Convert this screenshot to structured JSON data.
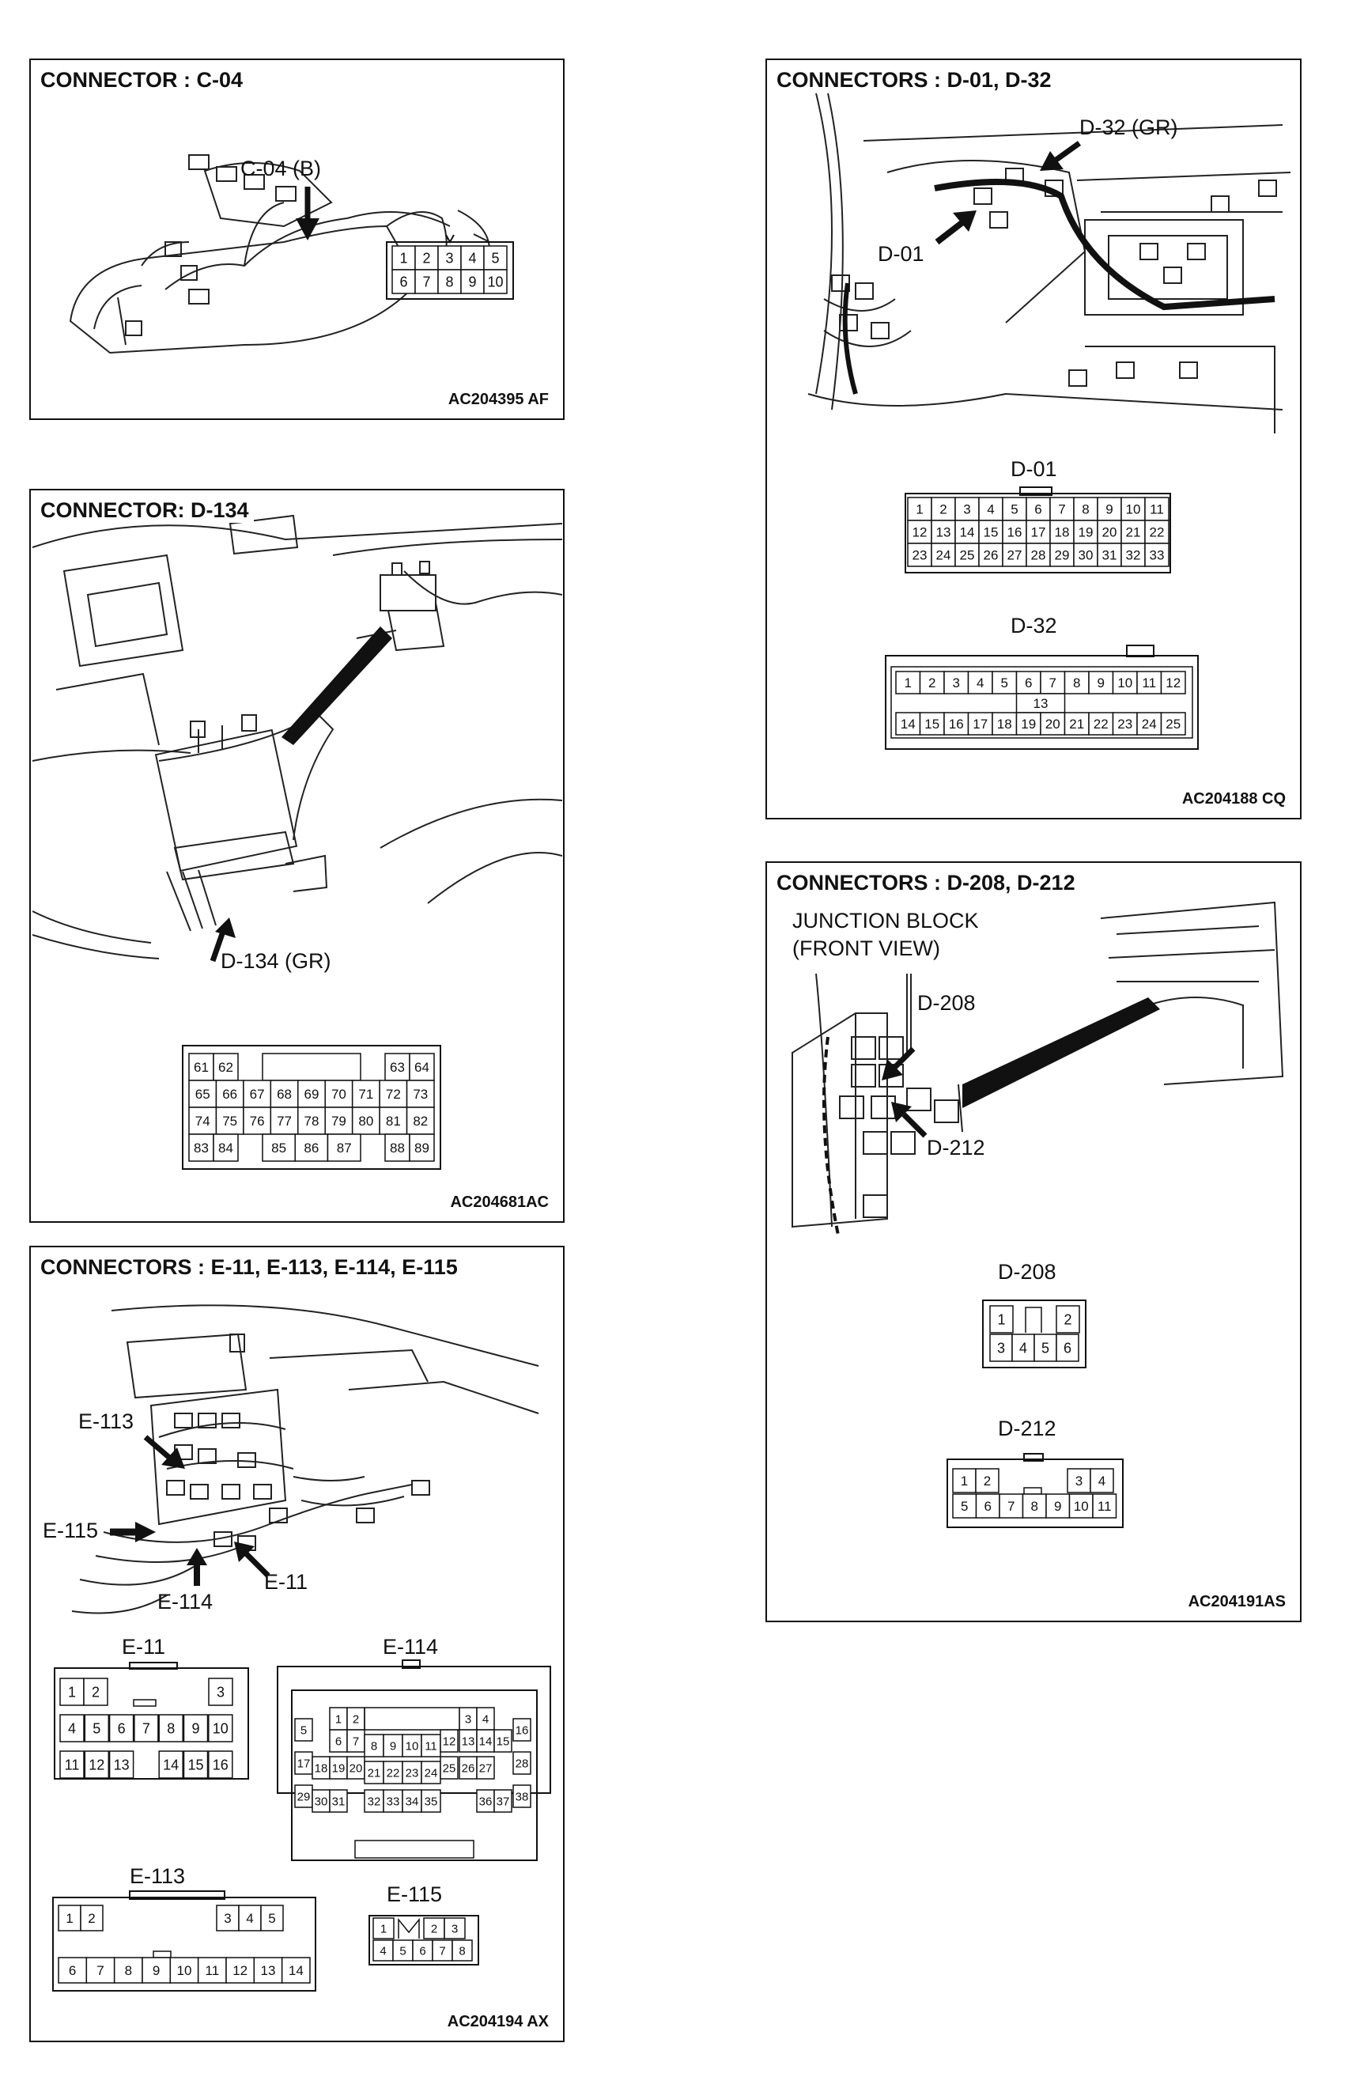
{
  "panels": {
    "c04": {
      "title": "CONNECTOR : C-04",
      "callout": "C-04 (B)",
      "code": "AC204395 AF",
      "connector": [
        [
          "1",
          "2",
          "3",
          "4",
          "5"
        ],
        [
          "6",
          "7",
          "8",
          "9",
          "10"
        ]
      ]
    },
    "d134": {
      "title": "CONNECTOR: D-134",
      "callout": "D-134 (GR)",
      "code": "AC204681AC",
      "connector": [
        [
          "61",
          "62",
          "",
          "",
          "",
          "",
          "",
          "",
          "63",
          "64"
        ],
        [
          "65",
          "66",
          "67",
          "68",
          "69",
          "70",
          "71",
          "72",
          "73"
        ],
        [
          "74",
          "75",
          "76",
          "77",
          "78",
          "79",
          "80",
          "81",
          "82"
        ],
        [
          "83",
          "84",
          "",
          "85",
          "86",
          "87",
          "",
          "88",
          "89"
        ]
      ]
    },
    "e11group": {
      "title": "CONNECTORS : E-11, E-113, E-114, E-115",
      "callouts": {
        "e113": "E-113",
        "e115": "E-115",
        "e114": "E-114",
        "e11": "E-11"
      },
      "code": "AC204194 AX",
      "e11": {
        "label": "E-11",
        "rows": [
          [
            "1",
            "2",
            "",
            "",
            "",
            "",
            "3"
          ],
          [
            "4",
            "5",
            "6",
            "7",
            "8",
            "9",
            "10"
          ],
          [
            "11",
            "12",
            "13",
            "",
            "14",
            "15",
            "16"
          ]
        ]
      },
      "e114": {
        "label": "E-114",
        "cells": [
          "1",
          "2",
          "3",
          "4",
          "5",
          "6",
          "7",
          "8",
          "9",
          "10",
          "11",
          "12",
          "13",
          "14",
          "15",
          "16",
          "17",
          "18",
          "19",
          "20",
          "21",
          "22",
          "23",
          "24",
          "25",
          "26",
          "27",
          "28",
          "29",
          "30",
          "31",
          "32",
          "33",
          "34",
          "35",
          "36",
          "37",
          "38"
        ]
      },
      "e113": {
        "label": "E-113",
        "rows": [
          [
            "1",
            "2",
            "",
            "",
            "",
            "",
            "",
            "3",
            "4",
            "5"
          ],
          [
            "6",
            "7",
            "8",
            "9",
            "10",
            "11",
            "12",
            "13",
            "14"
          ]
        ]
      },
      "e115": {
        "label": "E-115",
        "rows": [
          [
            "1",
            "",
            "2",
            "3"
          ],
          [
            "4",
            "5",
            "6",
            "7",
            "8"
          ]
        ]
      }
    },
    "d01group": {
      "title": "CONNECTORS : D-01, D-32",
      "callouts": {
        "d32": "D-32 (GR)",
        "d01": "D-01"
      },
      "code": "AC204188 CQ",
      "d01": {
        "label": "D-01",
        "rows": [
          [
            "1",
            "2",
            "3",
            "4",
            "5",
            "6",
            "7",
            "8",
            "9",
            "10",
            "11"
          ],
          [
            "12",
            "13",
            "14",
            "15",
            "16",
            "17",
            "18",
            "19",
            "20",
            "21",
            "22"
          ],
          [
            "23",
            "24",
            "25",
            "26",
            "27",
            "28",
            "29",
            "30",
            "31",
            "32",
            "33"
          ]
        ]
      },
      "d32": {
        "label": "D-32",
        "rows": [
          [
            "1",
            "2",
            "3",
            "4",
            "5",
            "6",
            "7",
            "8",
            "9",
            "10",
            "11",
            "12"
          ],
          [
            "13"
          ],
          [
            "14",
            "15",
            "16",
            "17",
            "18",
            "19",
            "20",
            "21",
            "22",
            "23",
            "24",
            "25"
          ]
        ]
      }
    },
    "d208group": {
      "title": "CONNECTORS : D-208, D-212",
      "junction_line1": "JUNCTION BLOCK",
      "junction_line2": "(FRONT VIEW)",
      "callouts": {
        "d208": "D-208",
        "d212": "D-212"
      },
      "code": "AC204191AS",
      "d208": {
        "label": "D-208",
        "rows": [
          [
            "1",
            "",
            "2"
          ],
          [
            "3",
            "4",
            "5",
            "6"
          ]
        ]
      },
      "d212": {
        "label": "D-212",
        "rows": [
          [
            "1",
            "2",
            "",
            "",
            "",
            "3",
            "4"
          ],
          [
            "5",
            "6",
            "7",
            "8",
            "9",
            "10",
            "11"
          ]
        ]
      }
    }
  }
}
